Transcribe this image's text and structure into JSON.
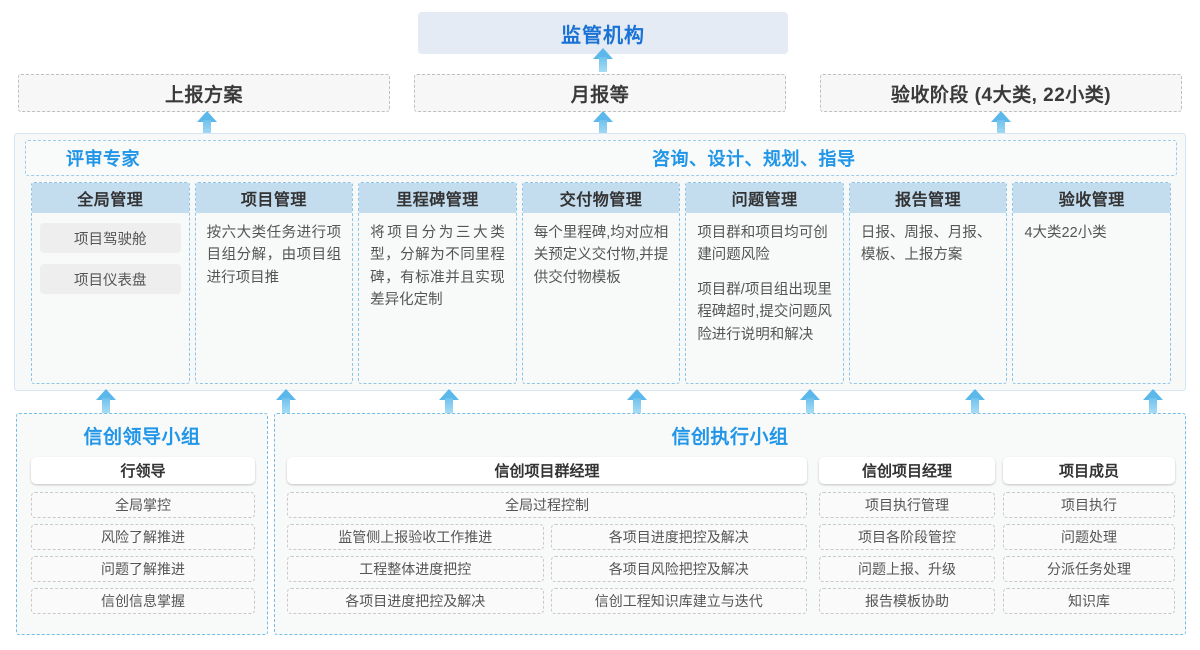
{
  "top": {
    "regulator": "监管机构",
    "reports": [
      "上报方案",
      "月报等",
      "验收阶段 (4大类, 22小类)"
    ]
  },
  "middle": {
    "label_left": "评审专家",
    "label_right": "咨询、设计、规划、指导",
    "cards": [
      {
        "title": "全局管理",
        "chips": [
          "项目驾驶舱",
          "项目仪表盘"
        ],
        "paragraphs": []
      },
      {
        "title": "项目管理",
        "chips": [],
        "paragraphs": [
          "按六大类任务进行项目组分解，由项目组进行项目推"
        ]
      },
      {
        "title": "里程碑管理",
        "chips": [],
        "paragraphs": [
          "将项目分为三大类型，分解为不同里程碑，有标准并且实现差异化定制"
        ]
      },
      {
        "title": "交付物管理",
        "chips": [],
        "paragraphs": [
          "每个里程碑,均对应相关预定义交付物,并提供交付物模板"
        ]
      },
      {
        "title": "问题管理",
        "chips": [],
        "paragraphs": [
          "项目群和项目均可创建问题风险",
          "项目群/项目组出现里程碑超时,提交问题风险进行说明和解决"
        ]
      },
      {
        "title": "报告管理",
        "chips": [],
        "paragraphs": [
          "日报、周报、月报、模板、上报方案"
        ]
      },
      {
        "title": "验收管理",
        "chips": [],
        "paragraphs": [
          "4大类22小类"
        ]
      }
    ]
  },
  "bottom": {
    "leading_group": {
      "title": "信创领导小组",
      "columns": [
        {
          "head": "行领导",
          "items": [
            "全局掌控",
            "风险了解推进",
            "问题了解推进",
            "信创信息掌握"
          ]
        }
      ]
    },
    "exec_group": {
      "title": "信创执行小组",
      "program_manager": {
        "head": "信创项目群经理",
        "full_width_item": "全局过程控制",
        "left_items": [
          "监管侧上报验收工作推进",
          "工程整体进度把控",
          "各项目进度把控及解决"
        ],
        "right_items": [
          "各项目进度把控及解决",
          "各项目风险把控及解决",
          "信创工程知识库建立与迭代"
        ]
      },
      "project_manager": {
        "head": "信创项目经理",
        "items": [
          "项目执行管理",
          "项目各阶段管控",
          "问题上报、升级",
          "报告模板协助"
        ]
      },
      "project_member": {
        "head": "项目成员",
        "items": [
          "项目执行",
          "问题处理",
          "分派任务处理",
          "知识库"
        ]
      }
    }
  },
  "colors": {
    "accent_blue": "#2196e8",
    "regulator_bg": "#e5ebf5",
    "card_head_bg": "#c3dcee",
    "arrow": "#5cb8ea"
  }
}
